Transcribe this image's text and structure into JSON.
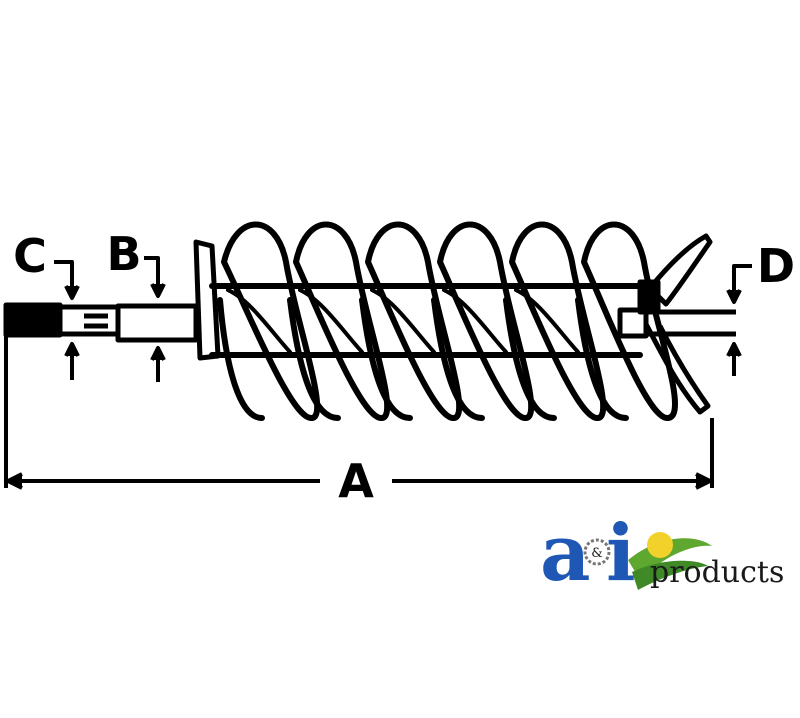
{
  "labels": {
    "a": "A",
    "b": "B",
    "c": "C",
    "d": "D"
  },
  "logo": {
    "letter_a": "a",
    "ampersand": "&",
    "letter_i": "i",
    "word": "products"
  },
  "colors": {
    "line": "#000000",
    "logo_blue": "#1f57b5",
    "logo_green": "#5fa830",
    "logo_yellow": "#f2d22a",
    "logo_text": "#1a1a1a"
  }
}
